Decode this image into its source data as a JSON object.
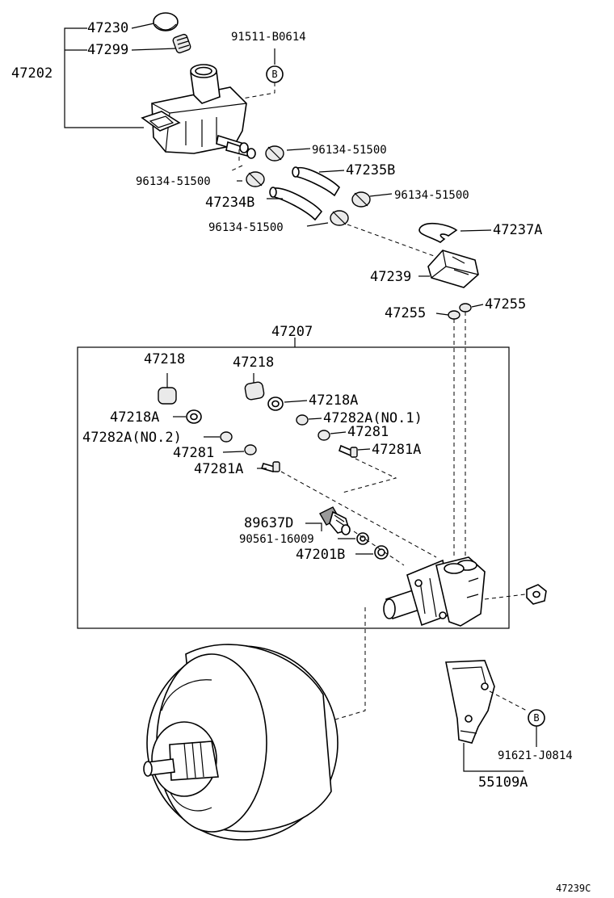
{
  "labels": {
    "p47230": "47230",
    "p47299": "47299",
    "p47202": "47202",
    "p91511": "91511-B0614",
    "circleB": "B",
    "p96134a": "96134-51500",
    "p47235B": "47235B",
    "p96134b": "96134-51500",
    "p47234B": "47234B",
    "p96134c": "96134-51500",
    "p96134d": "96134-51500",
    "p47237A": "47237A",
    "p47239": "47239",
    "p47255a": "47255",
    "p47255b": "47255",
    "p47207": "47207",
    "p47218a": "47218",
    "p47218b": "47218",
    "p47218Aa": "47218A",
    "p47218Ab": "47218A",
    "p47282A1": "47282A(NO.1)",
    "p47282A2": "47282A(NO.2)",
    "p47281a": "47281",
    "p47281b": "47281",
    "p47281Aa": "47281A",
    "p47281Ab": "47281A",
    "p89637D": "89637D",
    "p90561": "90561-16009",
    "p47201B": "47201B",
    "p91621": "91621-J0814",
    "p55109A": "55109A",
    "drawingNo": "47239C"
  }
}
